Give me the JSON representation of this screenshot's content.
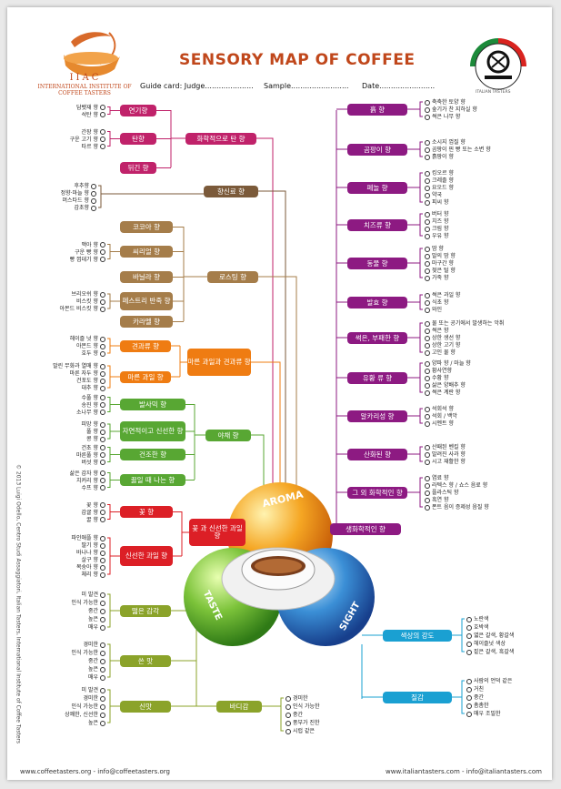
{
  "title": "SENSORY MAP OF COFFEE",
  "guide": {
    "card": "Guide card: Judge.....................",
    "sample": "Sample.........................",
    "date": "Date........................"
  },
  "logo_left": {
    "abbr": "IIAC",
    "name": "INTERNATIONAL INSTITUTE OF COFFEE TASTERS"
  },
  "logo_right": {
    "name": "ITALIAN TASTERS"
  },
  "footer": {
    "left": "www.coffeetasters.org - info@coffeetasters.org",
    "right": "www.italiantasters.com - info@italiantasters.com"
  },
  "side_text": "© 2013 Luigi Odello, Centro Studi Assaggiatori, Italian Tasters, International Institute of Coffee Tasters",
  "center": {
    "aroma": "AROMA",
    "taste": "TASTE",
    "sight": "SIGHT"
  },
  "colors": {
    "burn": "#c0226a",
    "spice": "#7b5a3a",
    "roast": "#a57d4a",
    "nut": "#ef7c12",
    "veg": "#58a733",
    "fruit": "#dc1f26",
    "taste": "#8ba32a",
    "sight": "#1aa0d2",
    "aroma_r": "#8d1a82"
  },
  "left": {
    "burn": {
      "main": "화학적으로 탄 향",
      "subs": [
        {
          "label": "연기향",
          "items": [
            "담뱃재 향",
            "석탄 향"
          ]
        },
        {
          "label": "탄향",
          "items": [
            "간장 향",
            "구운 고기 향",
            "타르 향"
          ]
        },
        {
          "label": "뒤긴 향",
          "items": []
        }
      ]
    },
    "spice": {
      "main": "향신료 향",
      "items": [
        "후추향",
        "정향·마늘 향",
        "머스타드 향",
        "감초향"
      ]
    },
    "roast": {
      "main": "로스팅 향",
      "subs": [
        {
          "label": "코코아 향",
          "items": []
        },
        {
          "label": "씨리얼 향",
          "items": [
            "맥아 향",
            "구운 빵 향",
            "빵 껍데기 향"
          ]
        },
        {
          "label": "바닐라 향",
          "items": []
        },
        {
          "label": "페스트리 반죽 향",
          "items": [
            "브리오쉬 향",
            "비스킷 향",
            "아몬드 비스킷 향"
          ]
        },
        {
          "label": "카라멜 향",
          "items": []
        }
      ]
    },
    "nut": {
      "main": "마른 과일과 견과류 향",
      "subs": [
        {
          "label": "견과류 향",
          "items": [
            "헤이즐 넛 향",
            "아몬드 향",
            "호두 향"
          ]
        },
        {
          "label": "마른 과일 향",
          "items": [
            "말린 무화과 열매 향",
            "마른 자두 향",
            "건포도 향",
            "대추 향"
          ]
        }
      ]
    },
    "veg": {
      "main": "야채 향",
      "subs": [
        {
          "label": "발사믹 향",
          "items": [
            "수풀 향",
            "송진 향",
            "소나무 향"
          ]
        },
        {
          "label": "자연적이고 신선한 향",
          "items": [
            "피망 향",
            "풀 향",
            "콩 향"
          ]
        },
        {
          "label": "건조한 향",
          "items": [
            "건초 향",
            "마른풀 향",
            "버섯 향"
          ]
        },
        {
          "label": "끓일 때 나는 향",
          "items": [
            "삶은 감자 향",
            "치커리 향",
            "수프 향"
          ]
        }
      ]
    },
    "fruit": {
      "main": "꽃 과 신선한 과일 향",
      "subs": [
        {
          "label": "꽃 향",
          "items": [
            "꽃 향",
            "감귤 향",
            "꿀 향"
          ]
        },
        {
          "label": "신선한 과일 향",
          "items": [
            "파인애플 향",
            "딸기 향",
            "바나나 향",
            "살구 향",
            "복숭아 향",
            "체리 향"
          ]
        }
      ]
    },
    "taste": {
      "subs": [
        {
          "label": "떫은 감각",
          "items": [
            "미 발견",
            "인식 가능한",
            "중간",
            "높은",
            "매우"
          ]
        },
        {
          "label": "쓴 맛",
          "items": [
            "경미한",
            "인식 가능한",
            "중간",
            "높은",
            "매우"
          ]
        },
        {
          "label": "신맛",
          "items": [
            "미 발견",
            "경미한",
            "인식 가능한",
            "상쾌한, 신선한",
            "높은"
          ]
        }
      ],
      "body": {
        "label": "바디감",
        "items": [
          "경미한",
          "인식 가능한",
          "중간",
          "풍부가 진한",
          "시럽 같은"
        ]
      }
    }
  },
  "right": {
    "aroma_root": "생화학적인 향",
    "groups": [
      {
        "label": "흙 향",
        "items": [
          "축축한 토양 향",
          "숲기가 찬 지하실 향",
          "썩은 나무 향"
        ]
      },
      {
        "label": "곰팡이 향",
        "items": [
          "소시지 껍질 향",
          "곰팡이 핀 빵 또는 소변 향",
          "흙팡이 향"
        ]
      },
      {
        "label": "페놀 향",
        "items": [
          "킹오르 향",
          "크레졸 향",
          "요오드 향",
          "약국",
          "피씨 향"
        ]
      },
      {
        "label": "치즈류 향",
        "items": [
          "버터 향",
          "치즈 향",
          "크림 향",
          "우유 향"
        ]
      },
      {
        "label": "동물 향",
        "items": [
          "땀 향",
          "말의 땀 향",
          "마구간 향",
          "젖은 털 향",
          "가죽 향"
        ]
      },
      {
        "label": "발효 향",
        "items": [
          "썩은 과일 향",
          "식초 향",
          "와인"
        ]
      },
      {
        "label": "썩은, 부패한 향",
        "items": [
          "물 또는 공기에서 발생하는 악취",
          "썩은 향",
          "상한 생선 향",
          "상한 고기 향",
          "고인 물 향"
        ]
      },
      {
        "label": "유황 류 향",
        "items": [
          "양파 향 / 마늘 향",
          "황사연향",
          "수황 향",
          "삶은 양배추 향",
          "썩은 계란 향"
        ]
      },
      {
        "label": "알카리성 향",
        "items": [
          "석회석 향",
          "석회 / 백악",
          "시멘트 향"
        ]
      },
      {
        "label": "산화된 향",
        "items": [
          "산패된 벤킬 향",
          "말려진 사과 향",
          "시고 재활한 향"
        ]
      },
      {
        "label": "그 외 화학적인 향",
        "items": [
          "염료 향",
          "라텍스 향 / 쇼스 음료 향",
          "플라스틱 향",
          "흑연 향",
          "폰트 음이 증제성 음질 향"
        ]
      }
    ],
    "sight": [
      {
        "label": "색상의 강도",
        "items": [
          "노란색",
          "호박색",
          "엷은 갈색, 황갈색",
          "헤이즐넛 색상",
          "짙은 갈색, 흑갈색"
        ]
      },
      {
        "label": "질감",
        "items": [
          "사람의 언덕 같은",
          "거친",
          "중간",
          "촘촘한",
          "매우 조밀한"
        ]
      }
    ]
  }
}
